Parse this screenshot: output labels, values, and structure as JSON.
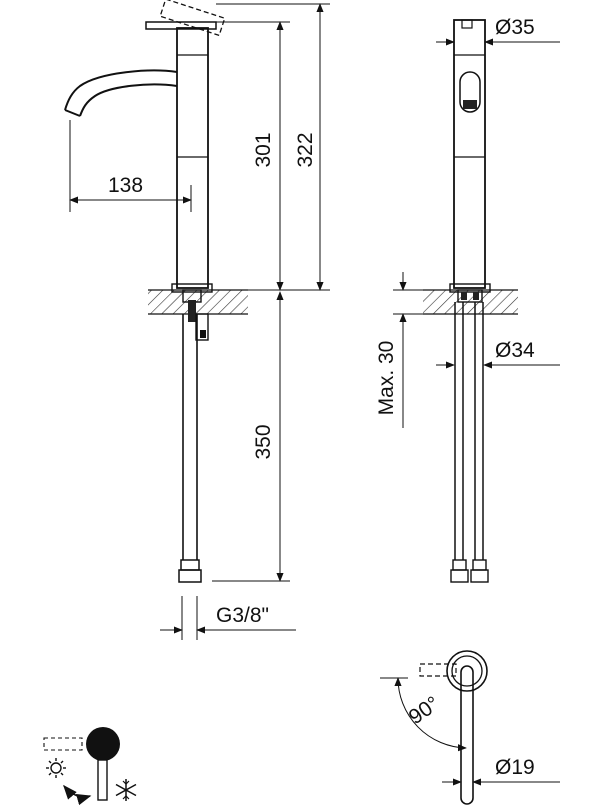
{
  "drawing": {
    "dims": {
      "spout_reach": "138",
      "height_to_body": "301",
      "height_total": "322",
      "flex_hose_length": "350",
      "thread": "G3/8\"",
      "counter_thickness": "Max. 30",
      "top_diameter": "Ø35",
      "body_diameter": "Ø34",
      "handle_diameter": "Ø19",
      "handle_angle": "90°"
    },
    "icons": [
      "hot-water-icon",
      "cold-water-icon",
      "lever-knob-icon",
      "rotation-arrow-icon"
    ]
  }
}
